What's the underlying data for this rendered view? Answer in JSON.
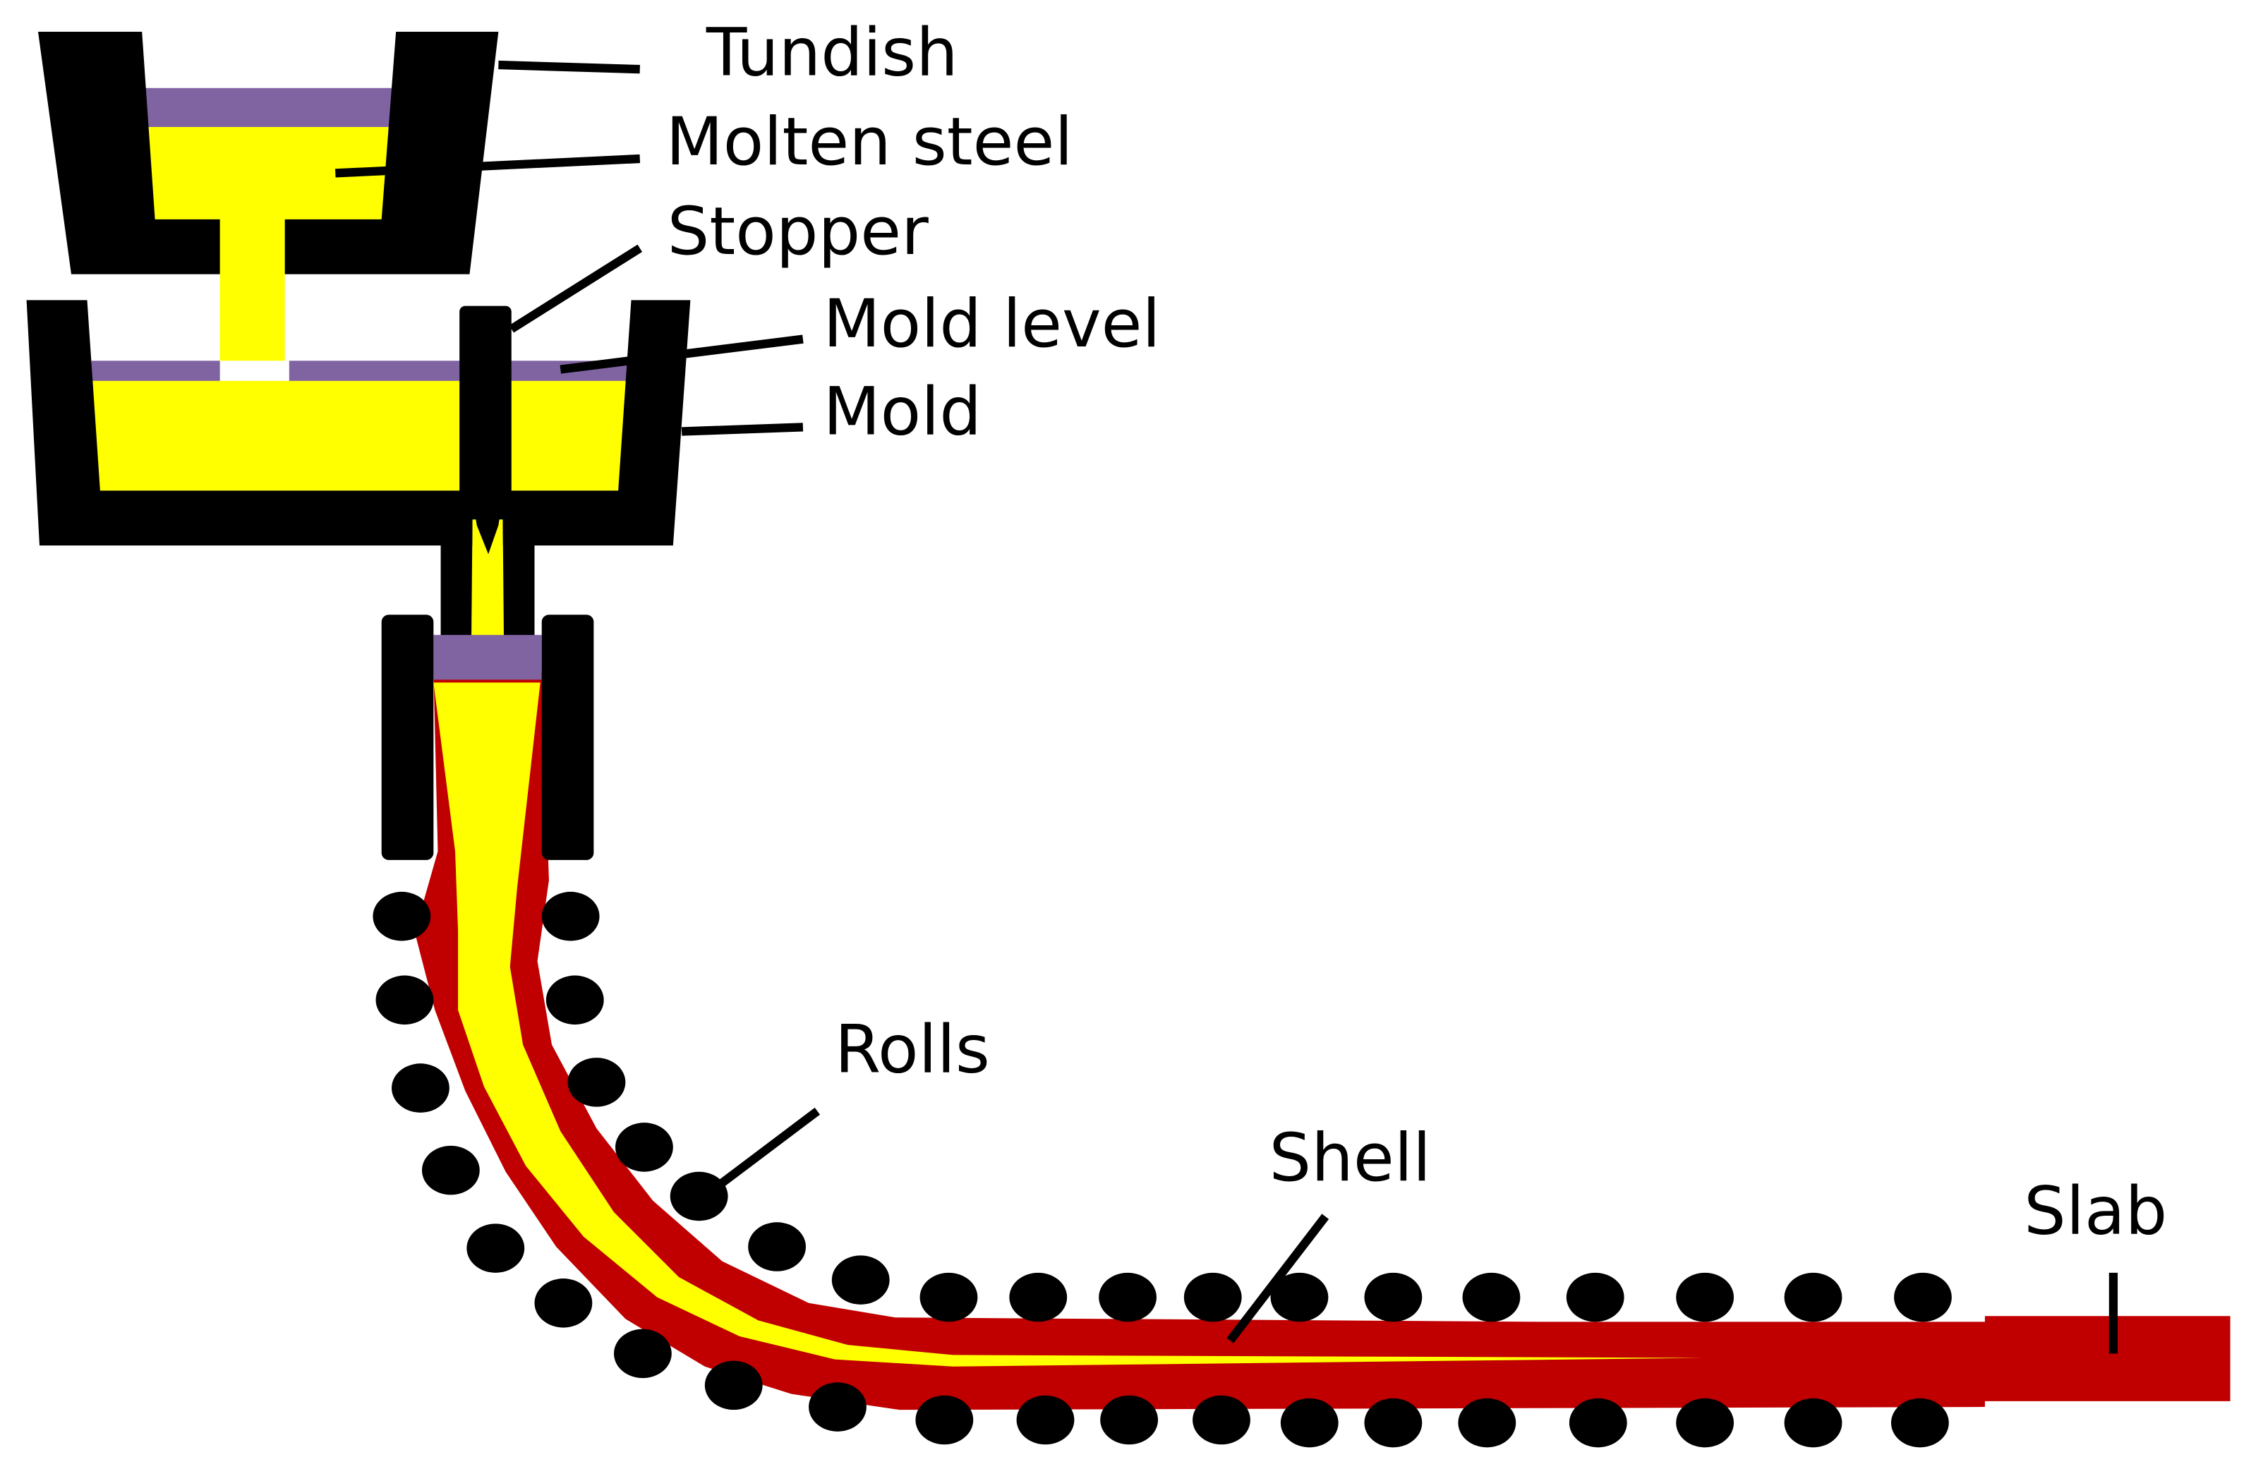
{
  "labels": {
    "tundish": "Tundish",
    "molten_steel": "Molten steel",
    "stopper": "Stopper",
    "mold_level": "Mold level",
    "mold": "Mold",
    "rolls": "Rolls",
    "shell": "Shell",
    "slab": "Slab"
  },
  "colors": {
    "molten_steel": "#ffff00",
    "shell": "#c00000",
    "slag_layer": "#8064a2",
    "refractory": "#000000",
    "rolls": "#000000",
    "background": "#ffffff"
  },
  "icons": {
    "roll": "black-filled-circle"
  }
}
